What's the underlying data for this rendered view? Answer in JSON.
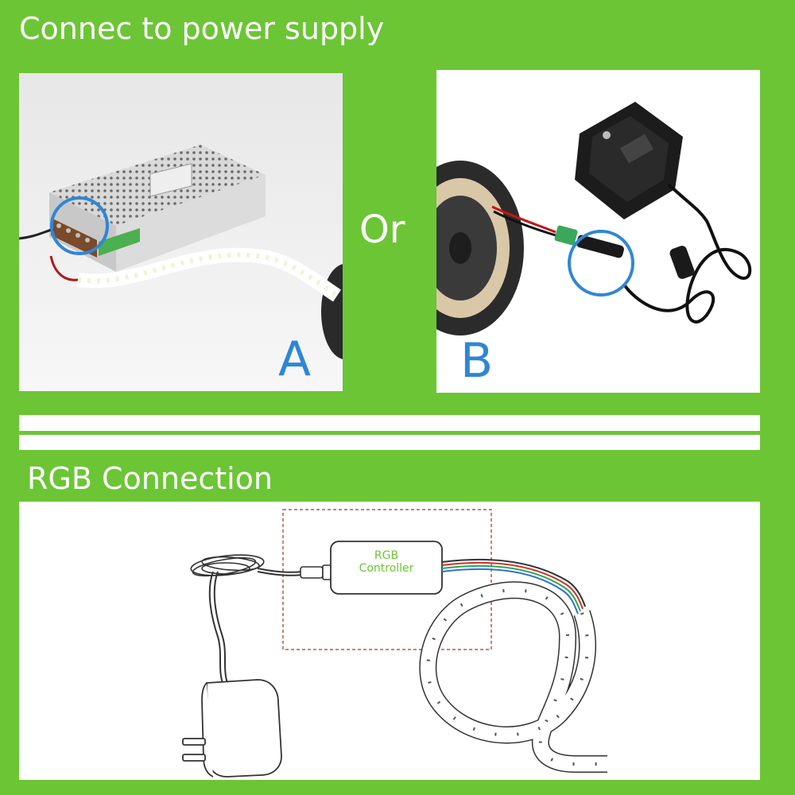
{
  "sections": {
    "power": {
      "heading": "Connec to power supply",
      "option_a": "A",
      "option_b": "B",
      "or_label": "Or"
    },
    "rgb": {
      "heading": "RGB Connection",
      "controller_line1": "RGB",
      "controller_line2": "Controller"
    }
  },
  "colors": {
    "background": "#6cc535",
    "highlight_circle": "#2f86d6",
    "controller_text": "#6cc535",
    "dashed_box": "#b05a4a"
  }
}
